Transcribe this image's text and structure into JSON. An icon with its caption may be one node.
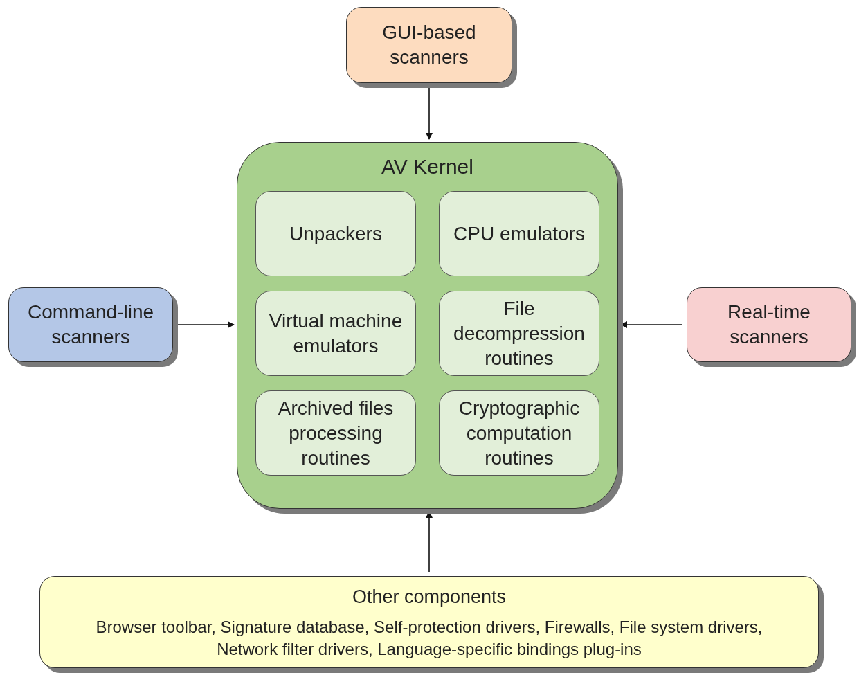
{
  "diagram": {
    "nodes": [
      {
        "text": [
          "GUI-based scanners"
        ]
      },
      {
        "text": [
          "AV Kernel"
        ]
      },
      {
        "text": [
          "Unpackers"
        ],
        "in": 1
      },
      {
        "text": [
          "CPU emulators"
        ],
        "in": 1
      },
      {
        "text": [
          "Virtual machine emulators"
        ],
        "in": 1
      },
      {
        "text": [
          "File decompression routines"
        ],
        "in": 1
      },
      {
        "text": [
          "Archived files processing routines"
        ],
        "in": 1
      },
      {
        "text": [
          "Cryptographic computation routines"
        ],
        "in": 1
      },
      {
        "text": [
          "Command-line scanners"
        ]
      },
      {
        "text": [
          "Real-time scanners"
        ]
      },
      {
        "text": [
          "Other components",
          "Browser toolbar, Signature database, Self-protection drivers, Firewalls, File system drivers, Network filter drivers, Language-specific bindings plug-ins"
        ]
      }
    ],
    "edges": [
      {
        "from": 0,
        "to": 1,
        "arrow": "to"
      },
      {
        "from": 8,
        "to": 1,
        "arrow": "to"
      },
      {
        "from": 9,
        "to": 1,
        "arrow": "to"
      },
      {
        "from": 10,
        "to": 1,
        "arrow": "to"
      }
    ]
  }
}
